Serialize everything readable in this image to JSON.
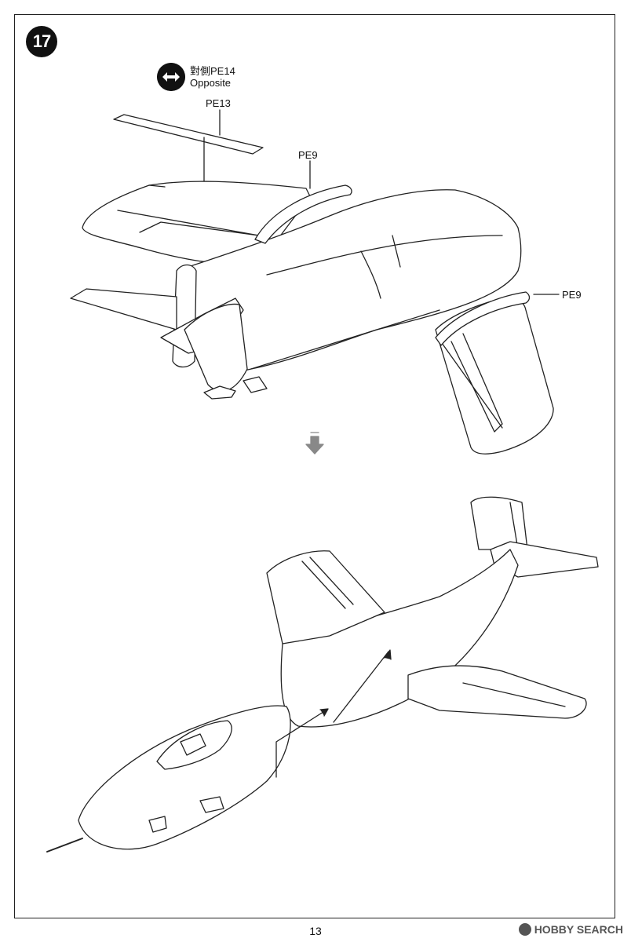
{
  "step": {
    "number": "17"
  },
  "opposite_note": {
    "line1": "對側PE14",
    "line2": "Opposite"
  },
  "callouts": {
    "pe13": "PE13",
    "pe9_upper": "PE9",
    "pe9_right": "PE9"
  },
  "page_number": "13",
  "watermark": {
    "text": "HOBBY SEARCH"
  },
  "icons": {
    "opposite": "double-arrow-icon",
    "flow": "down-arrow-icon"
  }
}
